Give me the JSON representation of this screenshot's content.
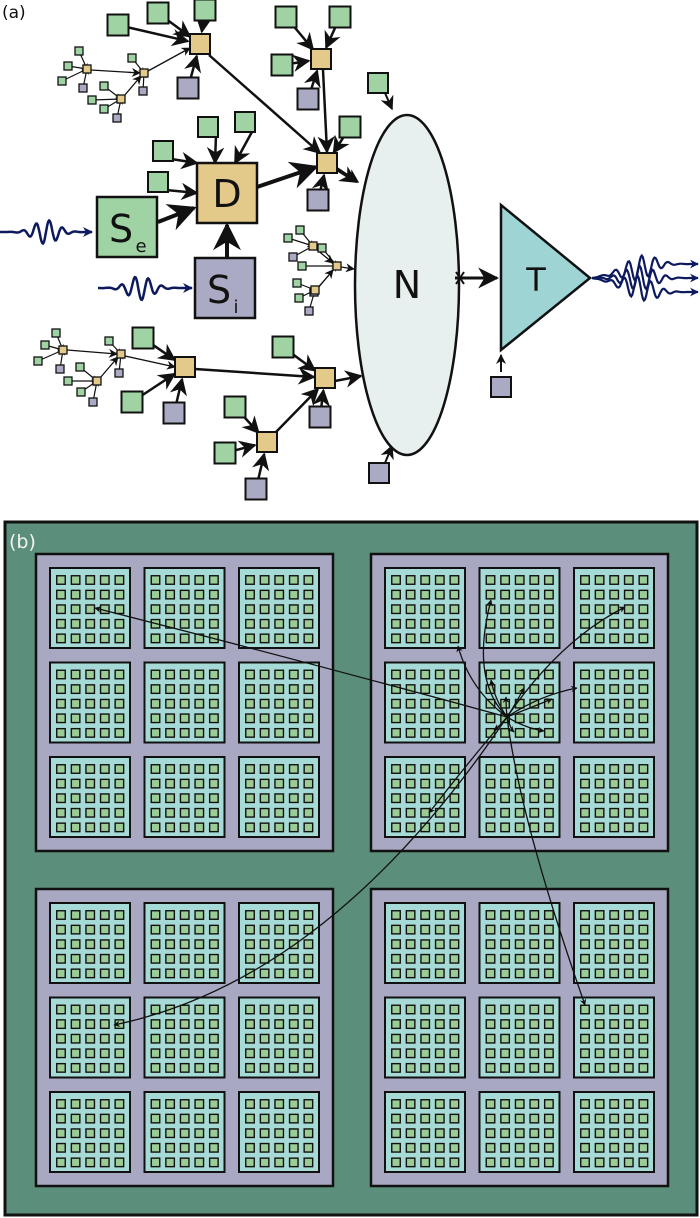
{
  "panel_a": {
    "label": "(a)",
    "nodes": {
      "D": {
        "label": "D"
      },
      "Se": {
        "label": "S",
        "subscript": "e"
      },
      "Si": {
        "label": "S",
        "subscript": "i"
      },
      "N": {
        "label": "N"
      },
      "T": {
        "label": "T"
      }
    },
    "colors": {
      "excitatory": "#9fd3a3",
      "dendrite": "#e3c98a",
      "inhibitory": "#aaaac4",
      "neuron": "#e8f0ef",
      "transmitter": "#9ed4d4",
      "signal": "#0d1a5e",
      "stroke": "#111111"
    }
  },
  "panel_b": {
    "label": "(b)",
    "boards": 4,
    "tiles_per_board": "3x3",
    "cells_per_tile": "5x5",
    "colors": {
      "background": "#5b8f7b",
      "board": "#a9a8c3",
      "tile": "#a6dad6",
      "cell": "#9ccc96",
      "stroke": "#111111"
    }
  }
}
